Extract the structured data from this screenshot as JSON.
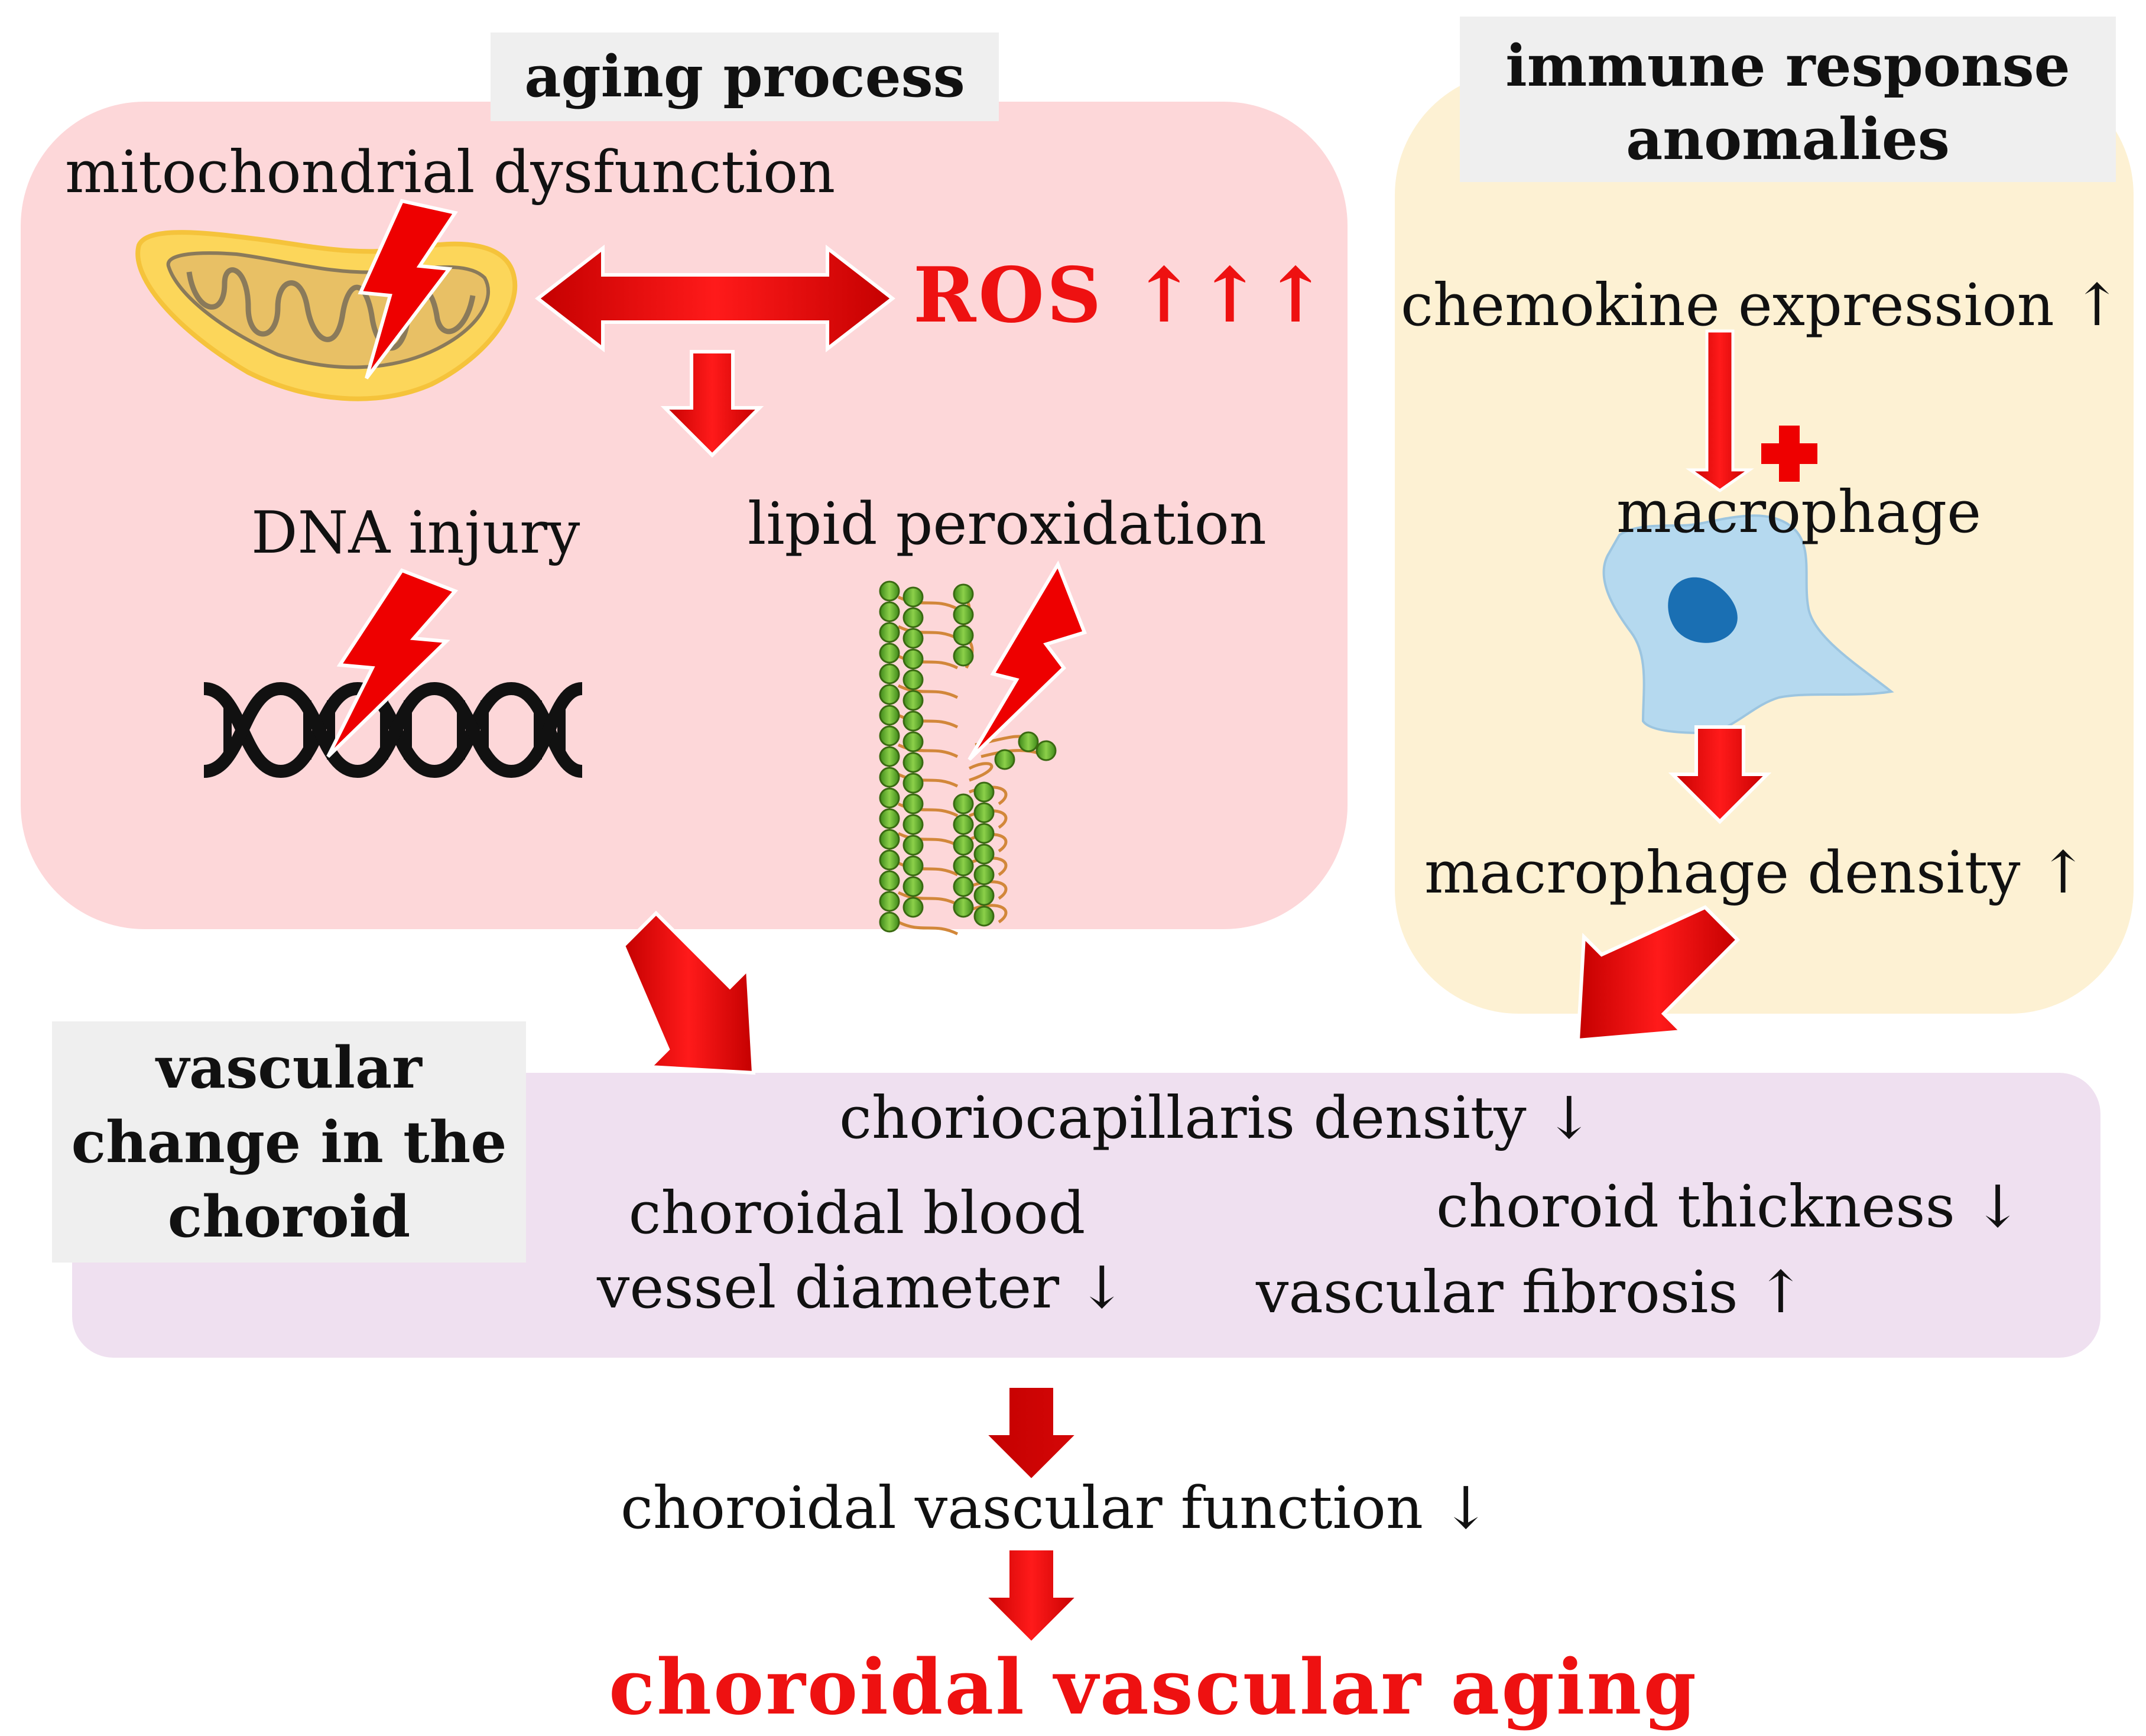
{
  "aging": {
    "title": "aging process",
    "mito_label": "mitochondrial dysfunction",
    "ros_label": "ROS ↑↑↑",
    "dna_label": "DNA injury",
    "lipid_label": "lipid peroxidation"
  },
  "immune": {
    "title_line1": "immune response",
    "title_line2": "anomalies",
    "chemokine_label": "chemokine expression ↑",
    "macrophage_label": "macrophage",
    "density_label": "macrophage density ↑"
  },
  "vascular": {
    "title_line1": "vascular",
    "title_line2": "change in the",
    "title_line3": "choroid",
    "choriocapillaris": "choriocapillaris density ↓",
    "blood_vessel_line1": "choroidal blood",
    "blood_vessel_line2": "vessel diameter ↓",
    "thickness": "choroid thickness ↓",
    "fibrosis": "vascular fibrosis ↑"
  },
  "outcome": {
    "function": "choroidal vascular function ↓",
    "aging": "choroidal vascular aging"
  },
  "colors": {
    "arrow_red": "#ee0000",
    "aging_bg": "#fdd7d9",
    "immune_bg": "#fdf1d3",
    "vascular_bg": "#efe0f0",
    "mito_yellow": "#fcd65a",
    "macrophage_blue": "#b5d9ef",
    "nucleus_blue": "#1a6fb3",
    "membrane_green": "#6aaa2a"
  }
}
